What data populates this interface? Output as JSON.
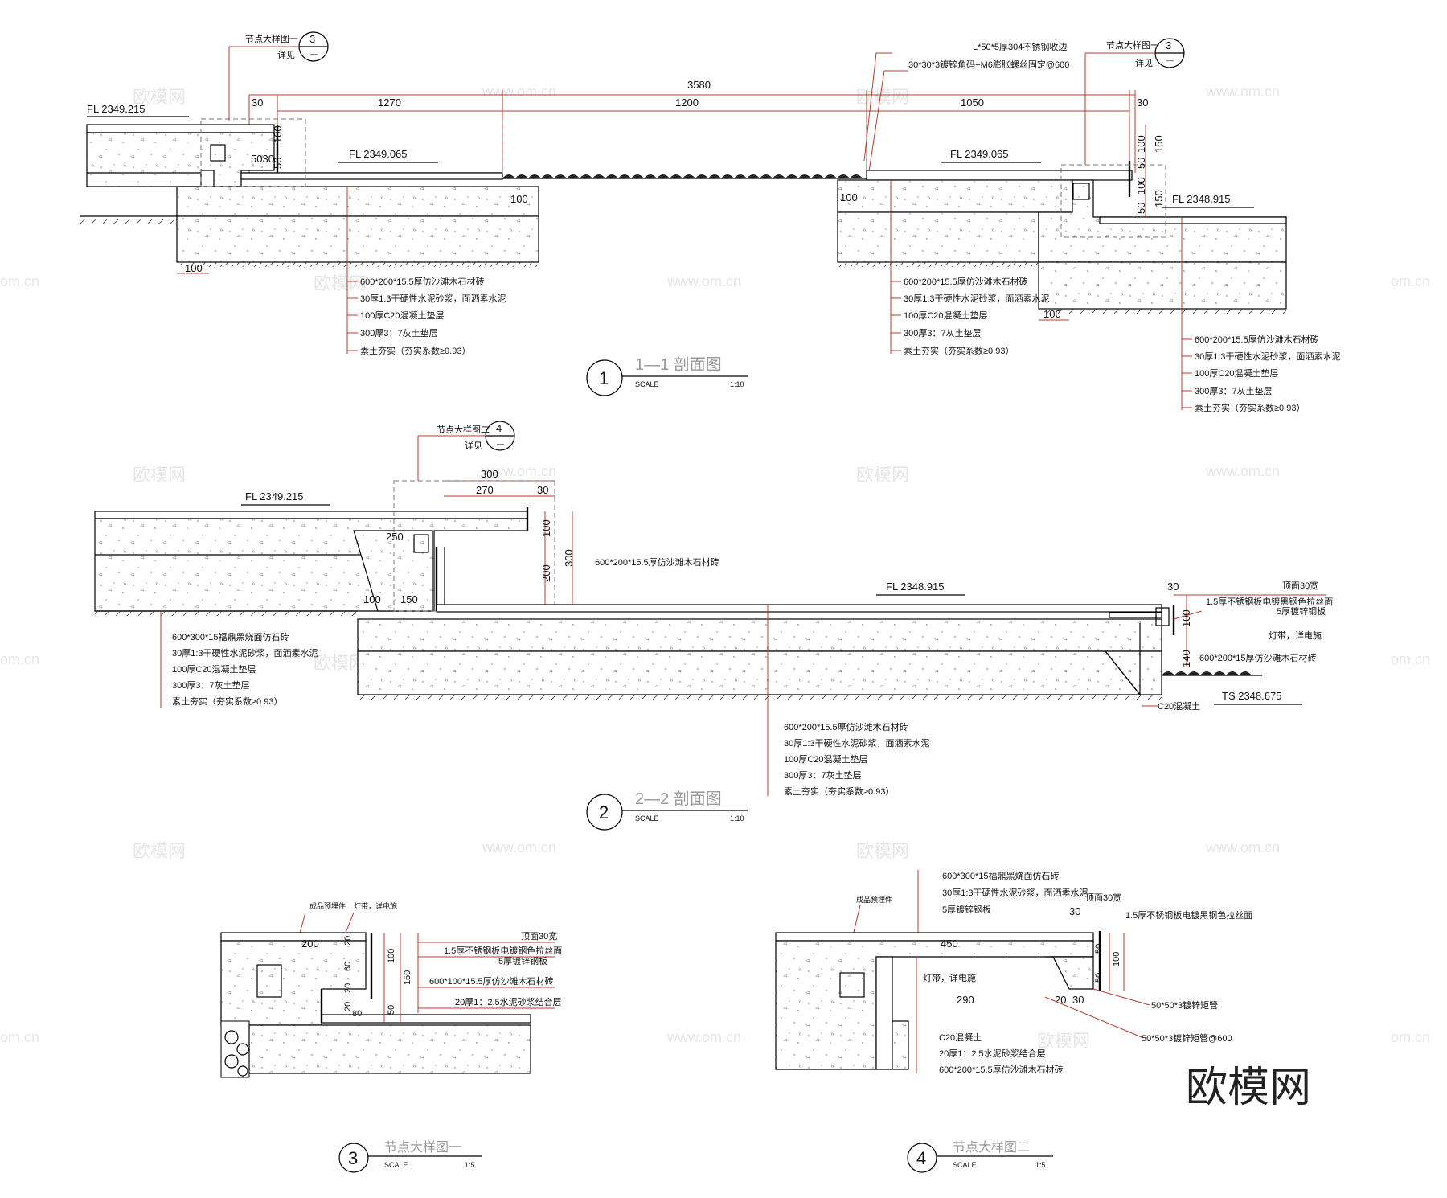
{
  "watermarks": {
    "brand": "欧模网",
    "site": "www.om.cn",
    "site_partial": "om.cn",
    "logo": "欧模网"
  },
  "section1": {
    "callout_left": {
      "top": "节点大样图一",
      "bottom": "详见",
      "num": "3",
      "sub": "—"
    },
    "callout_right": {
      "top": "节点大样图一",
      "bottom": "详见",
      "num": "3",
      "sub": "—"
    },
    "note_top_1": "L*50*5厚304不锈钢收边",
    "note_top_2": "30*30*3镀锌角码+M6膨胀螺丝固定@600",
    "dims": {
      "total": "3580",
      "d30a": "30",
      "d1270": "1270",
      "d1200": "1200",
      "d1050": "1050",
      "d30b": "30",
      "v100": "100",
      "v50": "50",
      "h5030": "5030",
      "b100a": "100",
      "b100b": "100",
      "bot100a": "100",
      "bot100b": "100",
      "r100": "100",
      "r150a": "150",
      "r50a": "50",
      "r100b": "100",
      "r150b": "150",
      "r50b": "50"
    },
    "elev": {
      "fl_left": "FL 2349.215",
      "fl_mid1": "FL 2349.065",
      "fl_mid2": "FL 2349.065",
      "fl_right": "FL 2348.915"
    },
    "layers": [
      "600*200*15.5厚仿沙滩木石材砖",
      "30厚1:3干硬性水泥砂浆，面洒素水泥",
      "100厚C20混凝土垫层",
      "300厚3：7灰土垫层",
      "素土夯实（夯实系数≥0.93）"
    ],
    "title": {
      "num": "1",
      "name": "1—1 剖面图",
      "scale_label": "SCALE",
      "scale": "1:10"
    }
  },
  "section2": {
    "callout": {
      "top": "节点大样图二",
      "bottom": "详见",
      "num": "4",
      "sub": "—"
    },
    "dims": {
      "d300": "300",
      "d270": "270",
      "d30": "30",
      "v100": "100",
      "v200": "200",
      "v300": "300",
      "d250": "250",
      "d150": "150",
      "d100": "100",
      "r30": "30",
      "r100": "100",
      "r140": "140"
    },
    "elev": {
      "fl_left": "FL 2349.215",
      "fl_mid": "FL 2348.915",
      "ts": "TS 2348.675"
    },
    "note_step": "600*200*15.5厚仿沙滩木石材砖",
    "right_notes": {
      "top30": "顶面30宽",
      "steel1": "1.5厚不锈钢板电镀黑钢色拉丝面",
      "steel2": "5厚镀锌钢板",
      "light": "灯带，详电施",
      "brick": "600*200*15厚仿沙滩木石材砖",
      "c20": "C20混凝土"
    },
    "layers_left": [
      "600*300*15福鼎黑烧面仿石砖",
      "30厚1:3干硬性水泥砂浆，面洒素水泥",
      "100厚C20混凝土垫层",
      "300厚3：7灰土垫层",
      "素土夯实（夯实系数≥0.93）"
    ],
    "layers_mid": [
      "600*200*15.5厚仿沙滩木石材砖",
      "30厚1:3干硬性水泥砂浆，面洒素水泥",
      "100厚C20混凝土垫层",
      "300厚3：7灰土垫层",
      "素土夯实（夯实系数≥0.93）"
    ],
    "title": {
      "num": "2",
      "name": "2—2 剖面图",
      "scale_label": "SCALE",
      "scale": "1:10"
    }
  },
  "detail3": {
    "labels": {
      "embed": "成品预埋件",
      "light": "灯带，详电施",
      "top30": "顶面30宽",
      "steel1": "1.5厚不锈钢板电镀钢色拉丝面",
      "steel2": "5厚镀锌钢板",
      "brick": "600*100*15.5厚仿沙滩木石材砖",
      "mortar": "20厚1：2.5水泥砂浆结合层"
    },
    "dims": {
      "d200": "200",
      "d20a": "20",
      "d60": "60",
      "d100": "100",
      "d150": "150",
      "d20b": "20",
      "d20c": "20",
      "d80": "80",
      "d50": "50"
    },
    "title": {
      "num": "3",
      "name": "节点大样图一",
      "scale_label": "SCALE",
      "scale": "1:5"
    }
  },
  "detail4": {
    "labels": {
      "embed": "成品预埋件",
      "stone": "600*300*15福鼎黑烧面仿石砖",
      "mortar30": "30厚1:3干硬性水泥砂浆，面洒素水泥",
      "steel5": "5厚镀锌钢板",
      "top30": "顶面30宽",
      "steel1": "1.5厚不锈钢板电镀黑钢色拉丝面",
      "light": "灯带，详电施",
      "tube1": "50*50*3镀锌矩管",
      "tube2": "50*50*3镀锌矩管@600",
      "c20": "C20混凝土",
      "mortar20": "20厚1：2.5水泥砂浆结合层",
      "brick": "600*200*15.5厚仿沙滩木石材砖"
    },
    "dims": {
      "d30": "30",
      "d450": "450",
      "d50a": "50",
      "d100": "100",
      "d50b": "50",
      "d290": "290",
      "d20": "20",
      "d30b": "30"
    },
    "title": {
      "num": "4",
      "name": "节点大样图二",
      "scale_label": "SCALE",
      "scale": "1:5"
    }
  }
}
